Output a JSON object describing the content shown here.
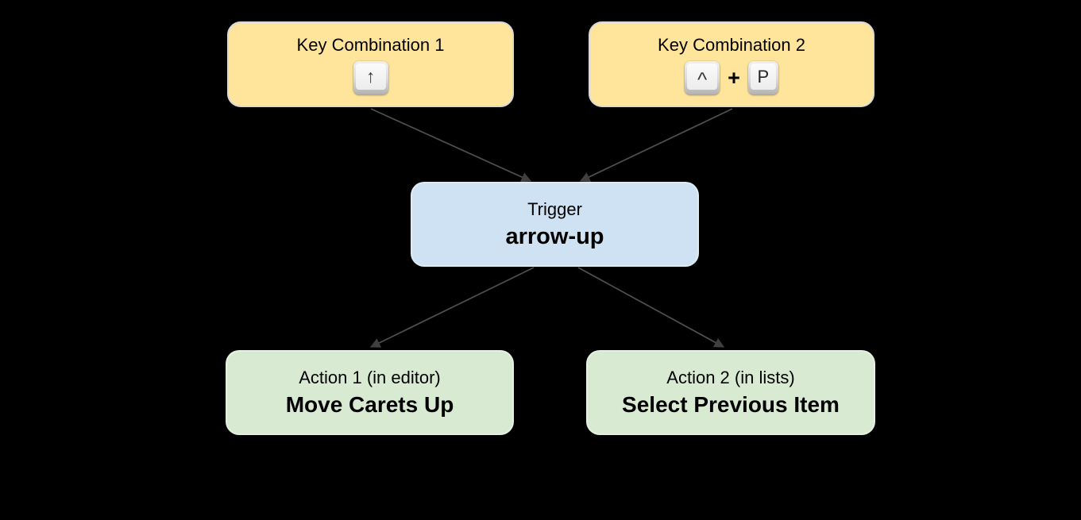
{
  "diagram": {
    "background_color": "#000000",
    "edge_color": "#4f4f4f",
    "nodes": {
      "key_combination_1": {
        "title": "Key Combination 1",
        "keys": [
          "↑"
        ],
        "fill": "#FFE49B"
      },
      "key_combination_2": {
        "title": "Key Combination 2",
        "keys": [
          "^",
          "P"
        ],
        "key_separator": "+",
        "fill": "#FFE49B"
      },
      "trigger": {
        "title": "Trigger",
        "value": "arrow-up",
        "fill": "#CFE2F3"
      },
      "action_1": {
        "title": "Action 1 (in editor)",
        "value": "Move Carets Up",
        "fill": "#D9EAD3"
      },
      "action_2": {
        "title": "Action 2 (in lists)",
        "value": "Select Previous Item",
        "fill": "#D9EAD3"
      }
    },
    "edges": [
      {
        "from": "key_combination_1",
        "to": "trigger"
      },
      {
        "from": "key_combination_2",
        "to": "trigger"
      },
      {
        "from": "trigger",
        "to": "action_1"
      },
      {
        "from": "trigger",
        "to": "action_2"
      }
    ]
  }
}
